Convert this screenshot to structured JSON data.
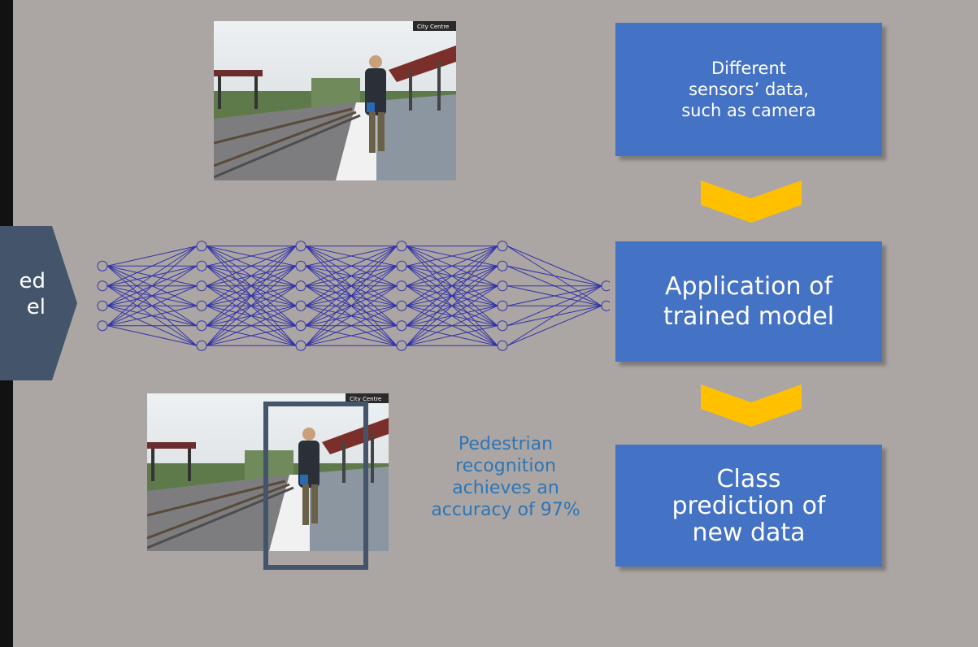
{
  "flow": {
    "sensors_label": "Different\nsensors’ data,\nsuch as camera",
    "apply_label": "Application of\ntrained model",
    "predict_label": "Class\nprediction of\nnew data"
  },
  "model_tab": {
    "label": "ed\nel"
  },
  "result": {
    "accuracy_text": "Pedestrian\nrecognition\nachieves an\naccuracy of 97%"
  },
  "photo_sign_text": "City Centre",
  "network": {
    "layer_sizes": [
      4,
      6,
      6,
      6,
      6,
      2
    ]
  },
  "colors": {
    "background": "#aba6a4",
    "box_fill": "#4472c4",
    "chevron": "#ffc000",
    "network_line": "#3333a8",
    "accent_text": "#2e75b6",
    "tab_fill": "#44546a"
  }
}
